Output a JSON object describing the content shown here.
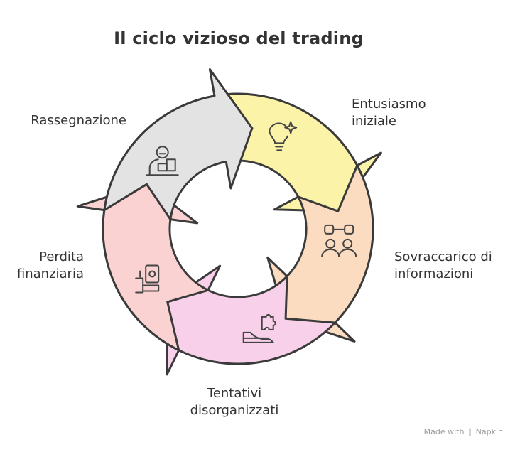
{
  "title": "Il ciclo vizioso del trading",
  "stages": [
    {
      "lines": [
        "Entusiasmo",
        "iniziale"
      ],
      "color": "#fbf3a8",
      "icon": "lightbulb-icon"
    },
    {
      "lines": [
        "Sovraccarico di",
        "informazioni"
      ],
      "color": "#fcdcc0",
      "icon": "people-connect-icon"
    },
    {
      "lines": [
        "Tentativi",
        "disorganizzati"
      ],
      "color": "#f9d0ea",
      "icon": "shoe-puzzle-icon"
    },
    {
      "lines": [
        "Perdita",
        "finanziaria"
      ],
      "color": "#fbd2d2",
      "icon": "hand-money-icon"
    },
    {
      "lines": [
        "Rassegnazione"
      ],
      "color": "#e3e3e3",
      "icon": "person-box-icon"
    }
  ],
  "footer": "Made with ❙ Napkin"
}
